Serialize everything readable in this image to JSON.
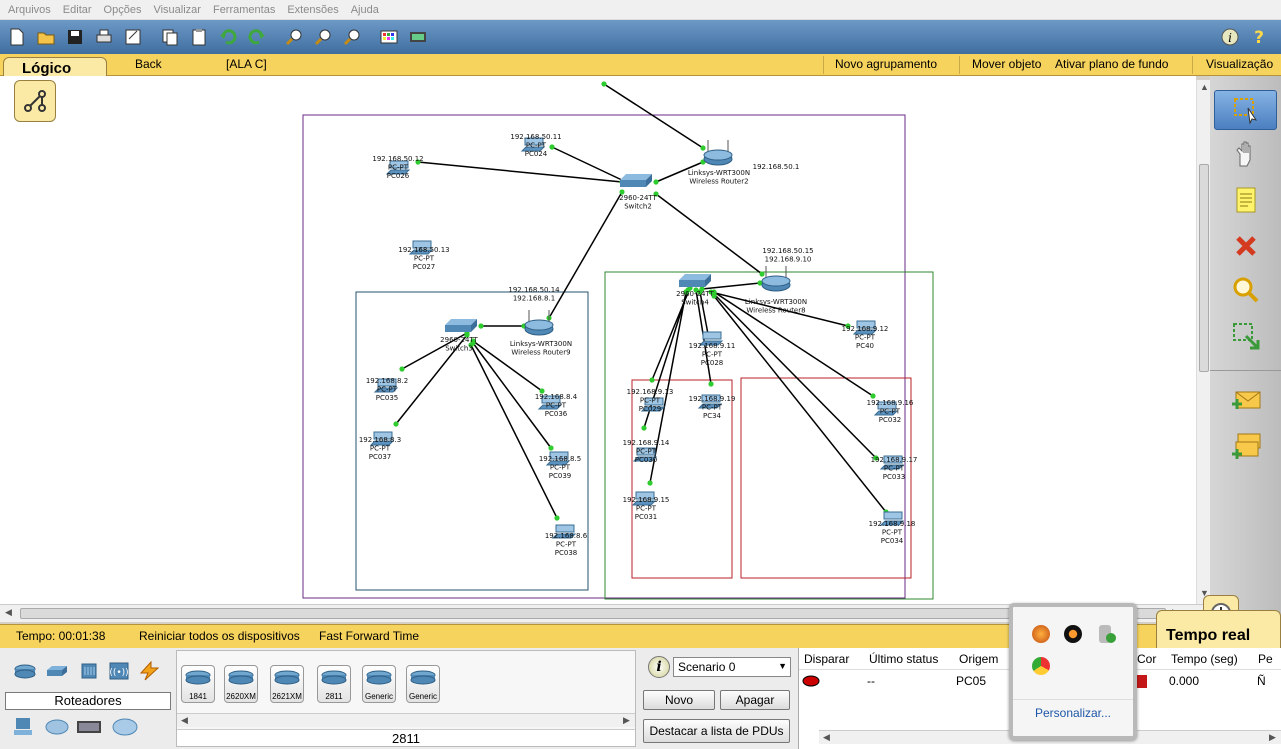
{
  "menu": [
    "Arquivos",
    "Editar",
    "Opções",
    "Visualizar",
    "Ferramentas",
    "Extensões",
    "Ajuda"
  ],
  "logical_bar": {
    "tab_label": "Lógico",
    "back": "Back",
    "location": "[ALA C]",
    "new_cluster": "Novo agrupamento",
    "move_object": "Mover objeto",
    "set_background": "Ativar plano de fundo",
    "viewport": "Visualização"
  },
  "topology": {
    "devices": [
      {
        "label": [
          "192.168.50.11",
          "PC-PT",
          "PC024"
        ]
      },
      {
        "label": [
          "192.168.50.12",
          "PC-PT",
          "PC026"
        ]
      },
      {
        "label": [
          "192.168.50.13",
          "PC-PT",
          "PC027"
        ]
      },
      {
        "label": [
          "2960-24TT",
          "Switch2"
        ]
      },
      {
        "label": [
          "Linksys-WRT300N",
          "Wireless Router2"
        ]
      },
      {
        "label": [
          "192.168.50.1"
        ]
      },
      {
        "label": [
          "192.168.50.14",
          "192.168.8.1"
        ]
      },
      {
        "label": [
          "Linksys-WRT300N",
          "Wireless Router9"
        ]
      },
      {
        "label": [
          "2960-24TT",
          "Switch3"
        ]
      },
      {
        "label": [
          "192.168.8.2",
          "PC-PT",
          "PC035"
        ]
      },
      {
        "label": [
          "192.168.8.3",
          "PC-PT",
          "PC037"
        ]
      },
      {
        "label": [
          "192.168.8.4",
          "PC-PT",
          "PC036"
        ]
      },
      {
        "label": [
          "192.168.8.5",
          "PC-PT",
          "PC039"
        ]
      },
      {
        "label": [
          "192.168.8.6",
          "PC-PT",
          "PC038"
        ]
      },
      {
        "label": [
          "192.168.50.15",
          "192.168.9.10"
        ]
      },
      {
        "label": [
          "Linksys-WRT300N",
          "Wireless Router8"
        ]
      },
      {
        "label": [
          "2960-24TT",
          "Switch4"
        ]
      },
      {
        "label": [
          "192.168.9.12",
          "PC-PT",
          "PC40"
        ]
      },
      {
        "label": [
          "192.168.9.11",
          "PC-PT",
          "PC028"
        ]
      },
      {
        "label": [
          "192.168.9.13",
          "PC-PT",
          "PC029"
        ]
      },
      {
        "label": [
          "192.168.9.19",
          "PC-PT",
          "PC34"
        ]
      },
      {
        "label": [
          "192.168.9.14",
          "PC-PT",
          "PC030"
        ]
      },
      {
        "label": [
          "192.168.9.15",
          "PC-PT",
          "PC031"
        ]
      },
      {
        "label": [
          "192.168.9.16",
          "PC-PT",
          "PC032"
        ]
      },
      {
        "label": [
          "192.168.9.17",
          "PC-PT",
          "PC033"
        ]
      },
      {
        "label": [
          "192.168.9.18",
          "PC-PT",
          "PC034"
        ]
      }
    ]
  },
  "status": {
    "time": "Tempo: 00:01:38",
    "reset": "Reiniciar todos os dispositivos",
    "fast_forward": "Fast Forward Time",
    "realtime": "Tempo real"
  },
  "device_panel": {
    "category": "Roteadores",
    "devices": [
      "1841",
      "2620XM",
      "2621XM",
      "2811",
      "Generic",
      "Generic"
    ],
    "selected": "2811"
  },
  "scenario": {
    "selected": "Scenario 0",
    "new": "Novo",
    "delete": "Apagar",
    "toggle_pdu": "Destacar a lista de PDUs"
  },
  "pdu_table": {
    "headers": [
      "Disparar",
      "Último status",
      "Origem",
      "Cor",
      "Tempo (seg)",
      "Pe"
    ],
    "rows": [
      {
        "last_status": "--",
        "source": "PC05",
        "time": "0.000",
        "periodic": "Ñ"
      }
    ]
  },
  "tray_popup": {
    "customize": "Personalizar..."
  },
  "colors": {
    "toolbar": "#4f7fb2",
    "yellow_bar": "#f6d35d",
    "link": "#000000",
    "link_dot": "#2ecc2e",
    "cluster_purple": "#6a2a86",
    "cluster_blue": "#23506e",
    "cluster_green": "#2d8a2d",
    "cluster_red": "#b8202a"
  }
}
